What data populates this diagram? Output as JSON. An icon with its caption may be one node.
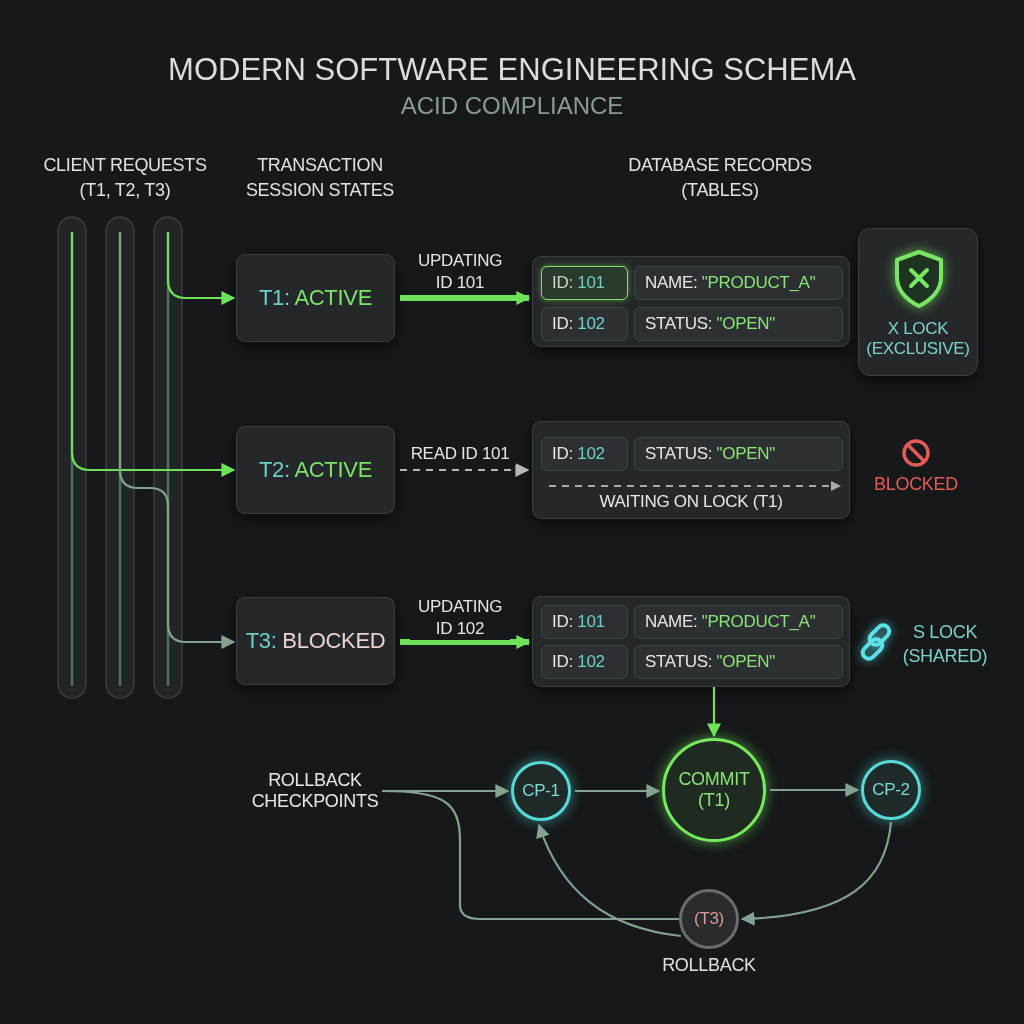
{
  "diagram": {
    "title": "MODERN SOFTWARE ENGINEERING SCHEMA",
    "nodes": [
      {
        "text": [
          "T1: ACTIVE"
        ]
      },
      {
        "text": [
          "T2: ACTIVE"
        ]
      },
      {
        "text": [
          "T3: BLOCKED"
        ]
      },
      {
        "text": [],
        "shape": "box"
      },
      {
        "text": [
          "ID: 101"
        ],
        "in": 3
      },
      {
        "text": [
          "NAME: \"PRODUCT_A\""
        ],
        "in": 3
      },
      {
        "text": [
          "ID: 102"
        ],
        "in": 3
      },
      {
        "text": [
          "STATUS: \"OPEN\""
        ],
        "in": 3
      },
      {
        "text": [
          "X LOCK (EXCLUSIVE)"
        ]
      },
      {
        "text": [
          "WAITING ON LOCK (T1)"
        ]
      },
      {
        "text": [
          "ID: 102"
        ],
        "in": 9
      },
      {
        "text": [
          "STATUS: \"OPEN\""
        ],
        "in": 9
      },
      {
        "text": [],
        "shape": "box"
      },
      {
        "text": [
          "ID: 101"
        ],
        "in": 12
      },
      {
        "text": [
          "NAME: \"PRODUCT_A\""
        ],
        "in": 12
      },
      {
        "text": [
          "ID: 102"
        ],
        "in": 12
      },
      {
        "text": [
          "STATUS: \"OPEN\""
        ],
        "in": 12
      },
      {
        "text": [
          "ROLLBACK CHECKPOINTS"
        ]
      },
      {
        "text": [
          "CP-1"
        ]
      },
      {
        "text": [
          "COMMIT (T1)"
        ]
      },
      {
        "text": [
          "CP-2"
        ]
      },
      {
        "text": [
          "(T3)"
        ],
        "beside": [
          "ROLLBACK"
        ]
      }
    ],
    "edges": [
      {
        "from": null,
        "to": 0,
        "arrow": "to",
        "color": "#6ee35a"
      },
      {
        "from": null,
        "to": 1,
        "arrow": "to",
        "color": "#6ee35a"
      },
      {
        "from": null,
        "to": 2,
        "arrow": "to"
      },
      {
        "from": 0,
        "to": 3,
        "arrow": "to",
        "label": "UPDATING ID 101",
        "style": "thick",
        "color": "#6ee35a"
      },
      {
        "from": 1,
        "to": 9,
        "arrow": "to",
        "label": "READ ID 101",
        "style": "dashed",
        "color": "#b4b8b8"
      },
      {
        "from": 2,
        "to": 12,
        "arrow": "to",
        "label": "UPDATING ID 102",
        "style": "thick",
        "color": "#6ee35a"
      },
      {
        "from": 12,
        "to": 19,
        "arrow": "to",
        "color": "#6ee35a"
      },
      {
        "from": 17,
        "to": 18,
        "arrow": "to"
      },
      {
        "from": 17,
        "to": 21,
        "arrow": "none"
      },
      {
        "from": 18,
        "to": 19,
        "arrow": "to"
      },
      {
        "from": 19,
        "to": 20,
        "arrow": "to"
      },
      {
        "from": 20,
        "to": 21,
        "arrow": "to"
      },
      {
        "from": 21,
        "to": 18,
        "arrow": "to"
      }
    ],
    "labels": [
      "ACID COMPLIANCE",
      "CLIENT REQUESTS (T1, T2, T3)",
      "TRANSACTION SESSION STATES",
      "DATABASE RECORDS (TABLES)",
      "BLOCKED",
      "S LOCK (SHARED)"
    ]
  }
}
